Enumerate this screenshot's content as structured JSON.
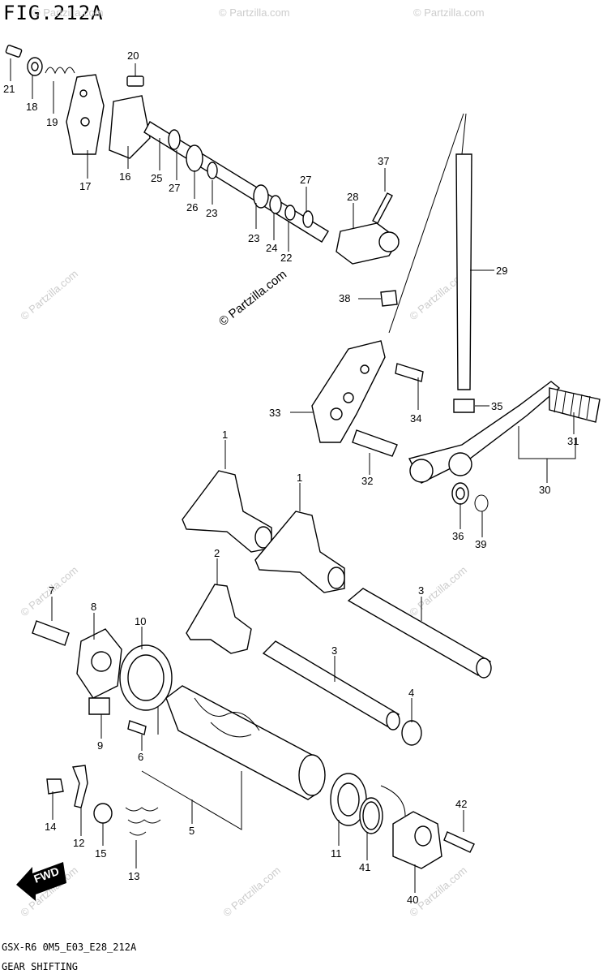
{
  "header": {
    "title": "FIG.212A"
  },
  "footer": {
    "model_code": "GSX-R6 0M5_E03_E28_212A",
    "section_name": "GEAR SHIFTING"
  },
  "watermark": {
    "text": "© Partzilla.com"
  },
  "fwd_label": "FWD",
  "callouts": [
    {
      "id": "c1a",
      "label": "1"
    },
    {
      "id": "c1b",
      "label": "1"
    },
    {
      "id": "c2",
      "label": "2"
    },
    {
      "id": "c3a",
      "label": "3"
    },
    {
      "id": "c3b",
      "label": "3"
    },
    {
      "id": "c4",
      "label": "4"
    },
    {
      "id": "c5",
      "label": "5"
    },
    {
      "id": "c6",
      "label": "6"
    },
    {
      "id": "c7",
      "label": "7"
    },
    {
      "id": "c8",
      "label": "8"
    },
    {
      "id": "c9",
      "label": "9"
    },
    {
      "id": "c10",
      "label": "10"
    },
    {
      "id": "c11",
      "label": "11"
    },
    {
      "id": "c12",
      "label": "12"
    },
    {
      "id": "c13",
      "label": "13"
    },
    {
      "id": "c14",
      "label": "14"
    },
    {
      "id": "c15",
      "label": "15"
    },
    {
      "id": "c16",
      "label": "16"
    },
    {
      "id": "c17",
      "label": "17"
    },
    {
      "id": "c18",
      "label": "18"
    },
    {
      "id": "c19",
      "label": "19"
    },
    {
      "id": "c20",
      "label": "20"
    },
    {
      "id": "c21",
      "label": "21"
    },
    {
      "id": "c22",
      "label": "22"
    },
    {
      "id": "c23a",
      "label": "23"
    },
    {
      "id": "c23b",
      "label": "23"
    },
    {
      "id": "c24",
      "label": "24"
    },
    {
      "id": "c25",
      "label": "25"
    },
    {
      "id": "c26",
      "label": "26"
    },
    {
      "id": "c27a",
      "label": "27"
    },
    {
      "id": "c27b",
      "label": "27"
    },
    {
      "id": "c28",
      "label": "28"
    },
    {
      "id": "c29",
      "label": "29"
    },
    {
      "id": "c30",
      "label": "30"
    },
    {
      "id": "c31",
      "label": "31"
    },
    {
      "id": "c32",
      "label": "32"
    },
    {
      "id": "c33",
      "label": "33"
    },
    {
      "id": "c34",
      "label": "34"
    },
    {
      "id": "c35",
      "label": "35"
    },
    {
      "id": "c36",
      "label": "36"
    },
    {
      "id": "c37",
      "label": "37"
    },
    {
      "id": "c38",
      "label": "38"
    },
    {
      "id": "c39",
      "label": "39"
    },
    {
      "id": "c40",
      "label": "40"
    },
    {
      "id": "c41",
      "label": "41"
    },
    {
      "id": "c42",
      "label": "42"
    }
  ]
}
